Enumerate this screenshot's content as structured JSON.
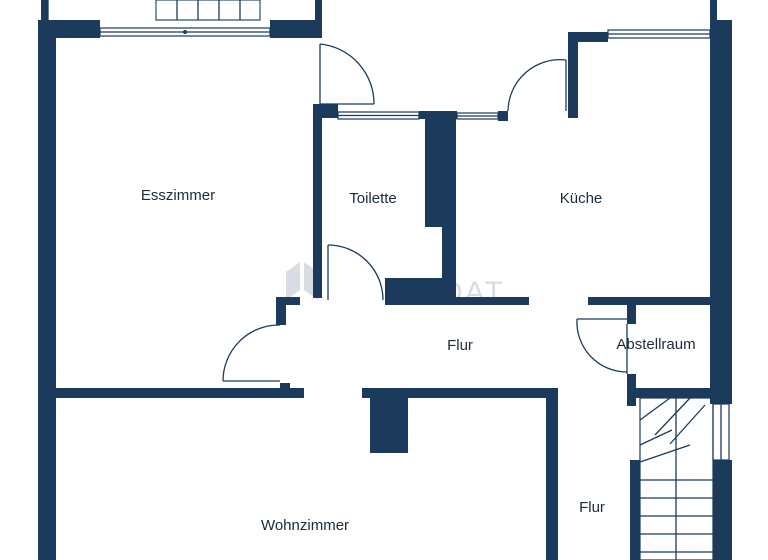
{
  "colors": {
    "wall": "#1b3a5c",
    "label": "#1b2b3d",
    "background": "#ffffff",
    "watermark": "#d9dde3"
  },
  "watermark": "MEDAT",
  "rooms": [
    {
      "id": "esszimmer",
      "label": "Esszimmer"
    },
    {
      "id": "toilette",
      "label": "Toilette"
    },
    {
      "id": "kueche",
      "label": "Küche"
    },
    {
      "id": "flur-main",
      "label": "Flur"
    },
    {
      "id": "abstellraum",
      "label": "Abstellraum"
    },
    {
      "id": "wohnzimmer",
      "label": "Wohnzimmer"
    },
    {
      "id": "flur-stair",
      "label": "Flur"
    }
  ]
}
